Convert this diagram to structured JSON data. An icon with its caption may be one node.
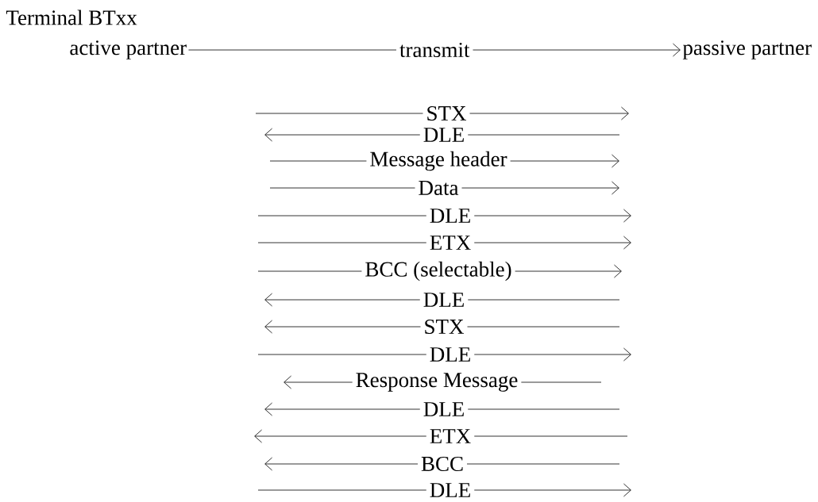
{
  "diagram": {
    "title": "Terminal BTxx",
    "nodes": [
      {
        "text": [
          "active partner"
        ]
      },
      {
        "text": [
          "passive partner"
        ]
      }
    ],
    "edges": [
      {
        "from": 0,
        "to": 1,
        "arrow": "to",
        "label": "transmit"
      }
    ],
    "labels": [
      "STX",
      "DLE",
      "Message header",
      "Data",
      "DLE",
      "ETX",
      "BCC (selectable)",
      "DLE",
      "STX",
      "DLE",
      "Response Message",
      "DLE",
      "ETX",
      "BCC",
      "DLE"
    ]
  }
}
